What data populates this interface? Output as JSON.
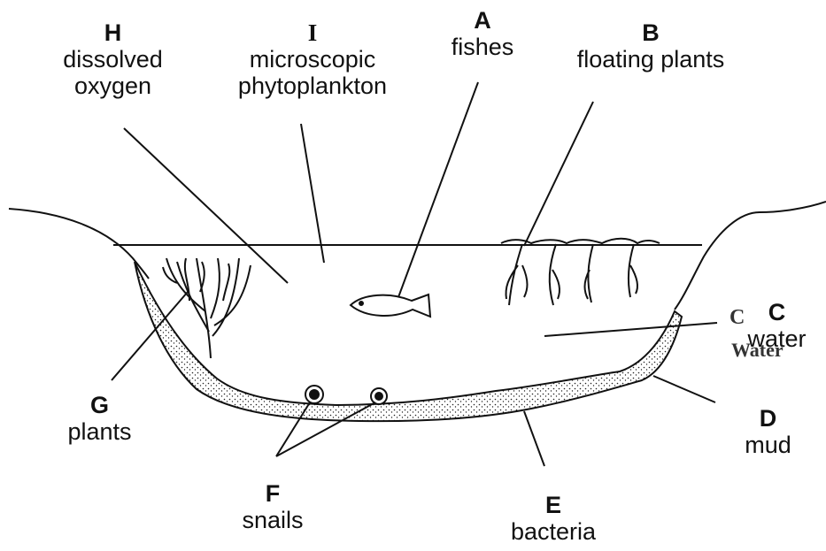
{
  "labels": {
    "H": {
      "letter": "H",
      "name_line1": "dissolved",
      "name_line2": "oxygen"
    },
    "I": {
      "letter": "I",
      "name_line1": "microscopic",
      "name_line2": "phytoplankton"
    },
    "A": {
      "letter": "A",
      "name": "fishes"
    },
    "B": {
      "letter": "B",
      "name": "floating plants"
    },
    "C": {
      "letter": "C",
      "name": "water",
      "print_letter": "C",
      "print_name": "Water"
    },
    "D": {
      "letter": "D",
      "name": "mud"
    },
    "E": {
      "letter": "E",
      "name": "bacteria"
    },
    "F": {
      "letter": "F",
      "name": "snails"
    },
    "G": {
      "letter": "G",
      "name": "plants"
    }
  },
  "colors": {
    "line": "#111111",
    "mud_fill": "#f4f4f4",
    "dots": "#222222"
  }
}
